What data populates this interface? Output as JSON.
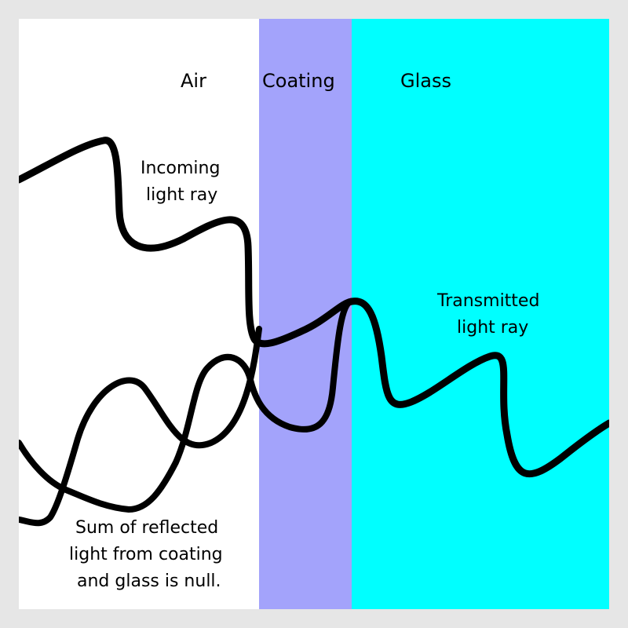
{
  "colors": {
    "background": "#e6e6e6",
    "air": "#ffffff",
    "coating": "#a3a3fb",
    "glass": "#00ffff",
    "wave": "#000000"
  },
  "regions": {
    "air": "Air",
    "coating": "Coating",
    "glass": "Glass"
  },
  "annotations": {
    "incoming_line1": "Incoming",
    "incoming_line2": "light ray",
    "transmitted_line1": "Transmitted",
    "transmitted_line2": "light ray",
    "reflected_line1": "Sum of reflected",
    "reflected_line2": "light from coating",
    "reflected_line3": "and glass is null."
  }
}
